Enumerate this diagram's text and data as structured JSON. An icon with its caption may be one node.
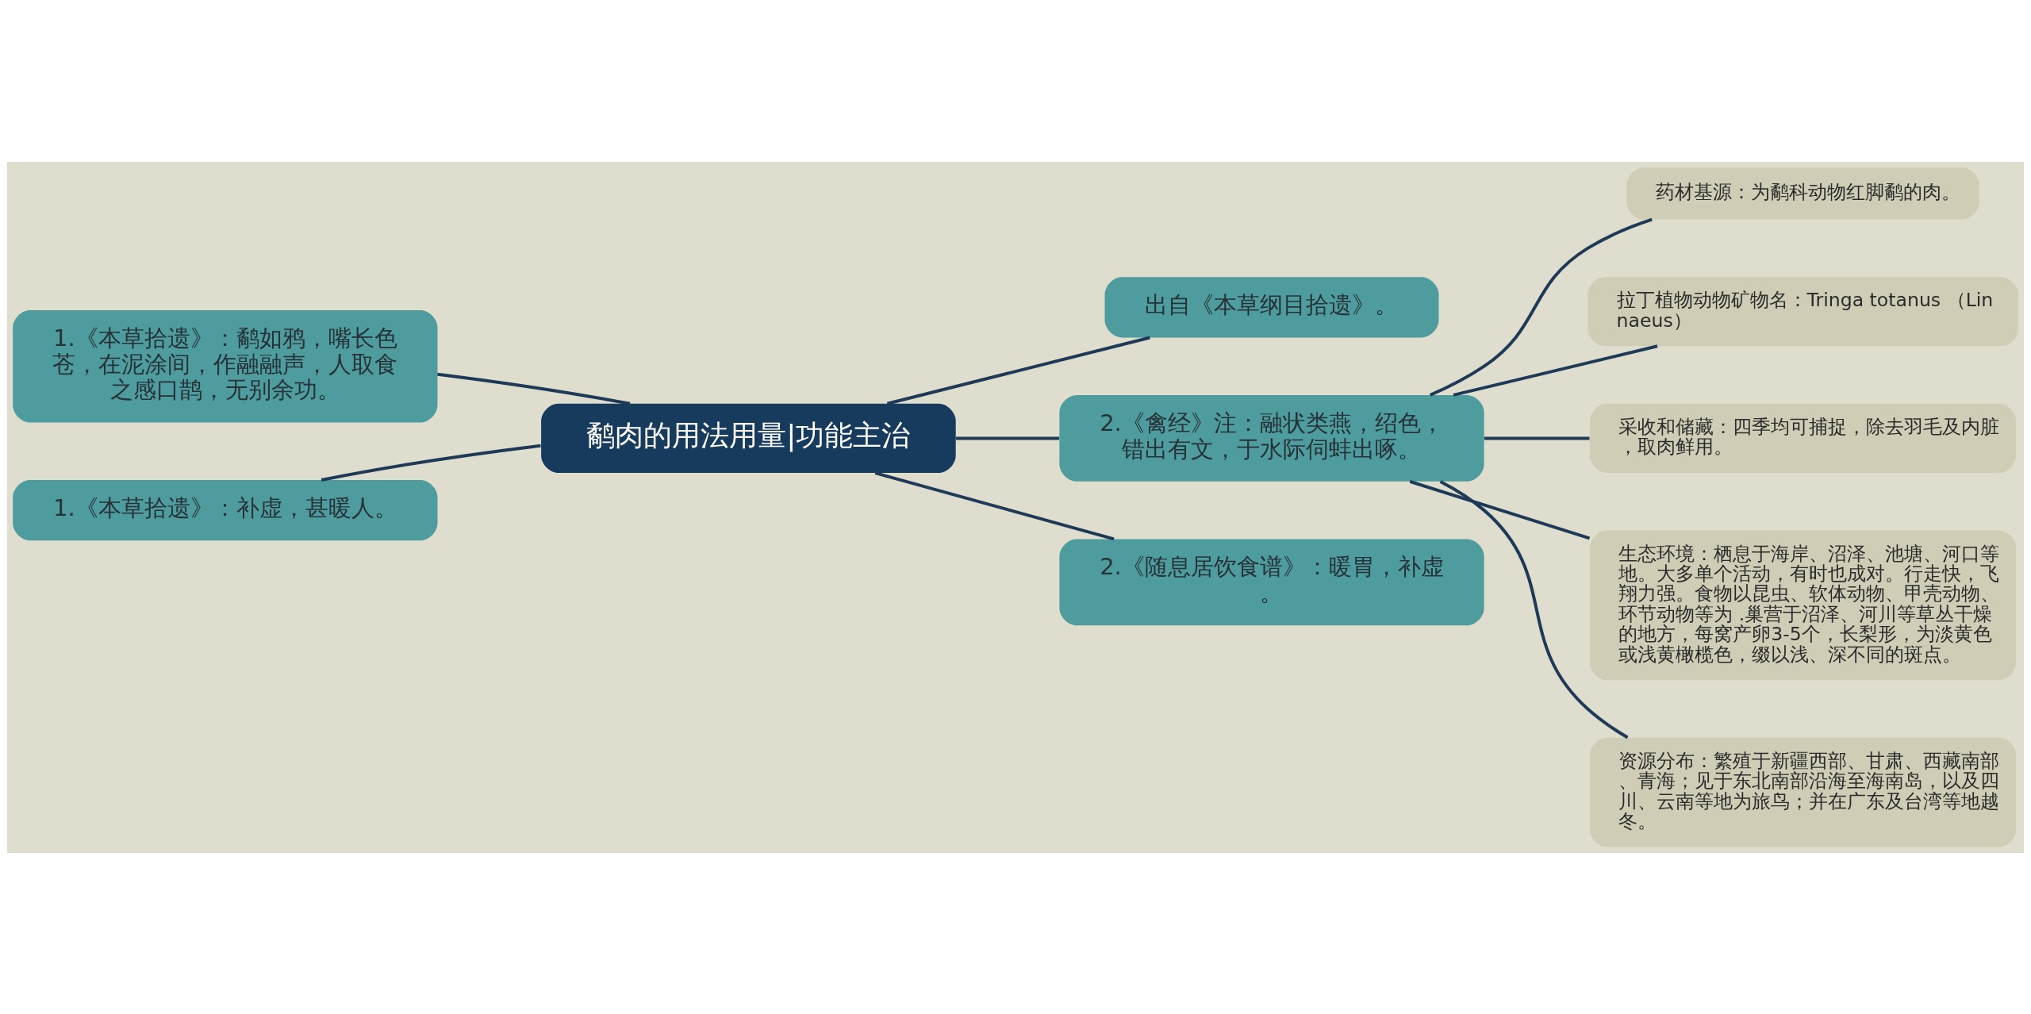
{
  "diagram": {
    "nodes": [
      {
        "text": [
          "鹬肉的用法用量|功能主治"
        ]
      },
      {
        "text": [
          "出自《本草纲目拾遗》。"
        ]
      },
      {
        "text": [
          "1.《本草拾遗》：鹬如鸦，嘴长色苍，在泥涂间，作融融声，人取食之感口鹊，无别余功。"
        ]
      },
      {
        "text": [
          "1.《本草拾遗》：补虚，甚暖人。"
        ]
      },
      {
        "text": [
          "2.《禽经》注：融状类燕，绍色，错出有文，于水际伺蚌出啄。"
        ]
      },
      {
        "text": [
          "药材基源：为鹬科动物红脚鹬的肉。"
        ]
      },
      {
        "text": [
          "拉丁植物动物矿物名：Tringa totanus （Linnaeus）"
        ]
      },
      {
        "text": [
          "采收和储藏：四季均可捕捉，除去羽毛及内脏，取肉鲜用。"
        ]
      },
      {
        "text": [
          "生态环境：栖息于海岸、沼泽、池塘、河口等地。大多单个活动，有时也成对。行走快，飞翔力强。食物以昆虫、软体动物、甲壳动物、环节动物等为 .巢营于沼泽、河川等草丛干燥的地方，每窝产卵3-5个，长梨形，为淡黄色或浅黄橄榄色，缀以浅、深不同的斑点。"
        ]
      },
      {
        "text": [
          "资源分布：繁殖于新疆西部、甘肃、西藏南部、青海；见于东北南部沿海至海南岛，以及四川、云南等地为旅鸟；并在广东及台湾等地越冬。"
        ]
      },
      {
        "text": [
          "2.《随息居饮食谱》：暖胃，补虚。"
        ]
      }
    ],
    "edges": [
      {
        "from": 0,
        "to": 1,
        "arrow": "none"
      },
      {
        "from": 0,
        "to": 2,
        "arrow": "none"
      },
      {
        "from": 0,
        "to": 3,
        "arrow": "none"
      },
      {
        "from": 0,
        "to": 4,
        "arrow": "none"
      },
      {
        "from": 4,
        "to": 5,
        "arrow": "none"
      },
      {
        "from": 4,
        "to": 6,
        "arrow": "none"
      },
      {
        "from": 4,
        "to": 7,
        "arrow": "none"
      },
      {
        "from": 4,
        "to": 8,
        "arrow": "none"
      },
      {
        "from": 4,
        "to": 9,
        "arrow": "none"
      },
      {
        "from": 0,
        "to": 10,
        "arrow": "none"
      }
    ]
  }
}
